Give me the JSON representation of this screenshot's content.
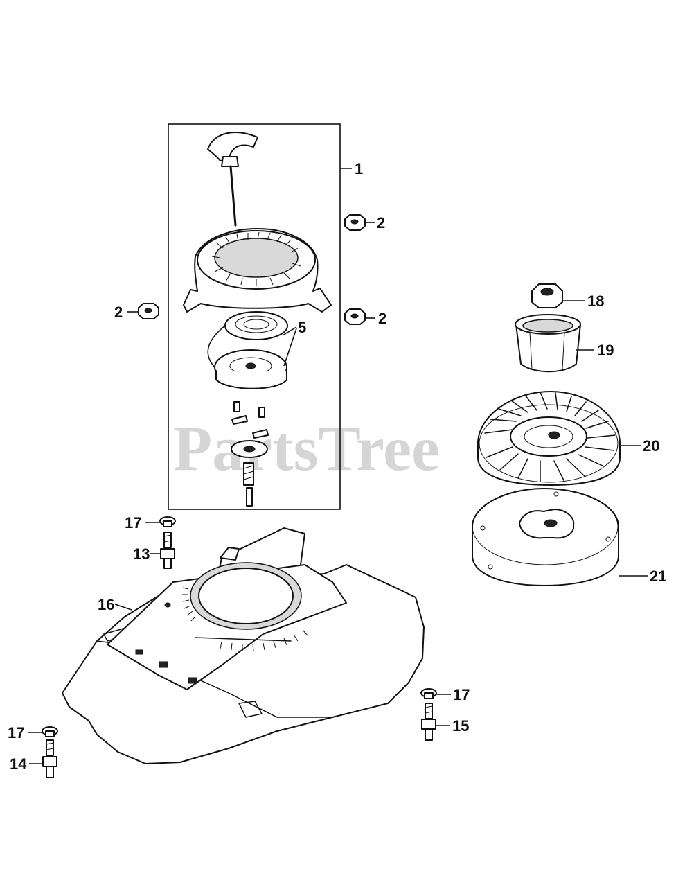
{
  "watermark": "PartsTree",
  "callouts": {
    "c1": "1",
    "c2a": "2",
    "c2b": "2",
    "c2c": "2",
    "c5": "5",
    "c13": "13",
    "c14": "14",
    "c15": "15",
    "c16": "16",
    "c17a": "17",
    "c17b": "17",
    "c17c": "17",
    "c18": "18",
    "c19": "19",
    "c20": "20",
    "c21": "21"
  }
}
